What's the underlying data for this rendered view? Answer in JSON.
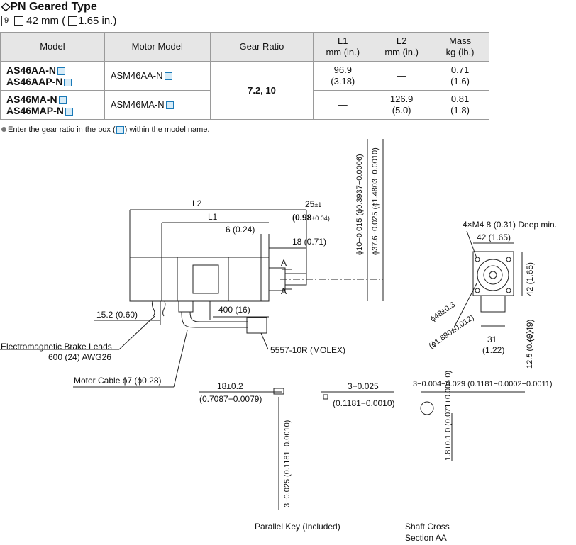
{
  "header": {
    "title": "◇PN Geared Type",
    "frame_number": "9",
    "frame_size": "42 mm (",
    "frame_size_in": "1.65 in.)"
  },
  "table": {
    "columns": [
      "Model",
      "Motor Model",
      "Gear Ratio",
      "L1",
      "mm (in.)",
      "L2",
      "mm (in.)",
      "Mass",
      "kg (lb.)"
    ],
    "rows": [
      {
        "models": [
          "AS46AA-N",
          "AS46AAP-N"
        ],
        "motor_model": "ASM46AA-N",
        "gear_ratio": "7.2, 10",
        "l1": "96.9",
        "l1_in": "(3.18)",
        "l2": "—",
        "mass": "0.71",
        "mass_lb": "(1.6)"
      },
      {
        "models": [
          "AS46MA-N",
          "AS46MAP-N"
        ],
        "motor_model": "ASM46MA-N",
        "l1": "—",
        "l2": "126.9",
        "l2_in": "(5.0)",
        "mass": "0.81",
        "mass_lb": "(1.8)"
      }
    ]
  },
  "note": {
    "before": "Enter the gear ratio in the box (",
    "after": ") within the model name."
  },
  "drawing": {
    "l2": "L2",
    "l1": "L1",
    "dim_25": "25",
    "dim_25_tol": "±1",
    "dim_098": "(0.98",
    "dim_098_tol": "±0.04)",
    "dim_6": "6 (0.24)",
    "dim_18": "18 (0.71)",
    "section_a": "A",
    "dim_400": "400 (16)",
    "dim_15_2": "15.2 (0.60)",
    "brake_leads": "Electromagnetic Brake Leads",
    "brake_awg": "600 (24) AWG26",
    "connector": "5557-10R (MOLEX)",
    "motor_cable": "Motor Cable ϕ7 (ϕ0.28)",
    "phi10": "ϕ10−0.015 (ϕ0.3937−0.0006)",
    "phi37": "ϕ37.6−0.025 (ϕ1.4803−0.0010)",
    "holes": "4×M4  8 (0.31) Deep min.",
    "dim_42_top": "42 (1.65)",
    "dim_42_side": "42 (1.65)",
    "phi48": "ϕ48±0.3",
    "phi48_in": "(ϕ1.890±0.012)",
    "dim_31": "31",
    "dim_31_in": "(1.22)",
    "dim_049": "(0.49)",
    "dim_12_5": "12.5 (0.49)",
    "key_18": "18±0.2",
    "key_07087": "(0.7087−0.0079)",
    "key_3": "3−0.025",
    "key_01181": "(0.1181−0.0010)",
    "key_3_vert": "3−0.025 (0.1181−0.0010)",
    "shaft_3": "3−0.004−0.029 (0.1181−0.0002−0.0011)",
    "shaft_18": "1.8+0.1 0 (0.071+0.004 0)",
    "caption_key": "Parallel Key (Included)",
    "caption_shaft_1": "Shaft Cross",
    "caption_shaft_2": "Section AA"
  }
}
